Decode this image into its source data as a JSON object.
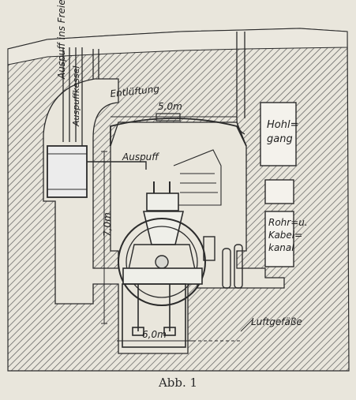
{
  "figure": {
    "labels": {
      "auspuff_ins_freie": "Auspuff ins Freie",
      "auspuffkessel": "Auspuffkessel",
      "entlueftung": "Entlüftung",
      "width_top": "5,0m",
      "auspuff": "Auspuff",
      "hohlgang_1": "Hohl=",
      "hohlgang_2": "gang",
      "rohr_1": "Rohr=u.",
      "rohr_2": "Kabel=",
      "rohr_3": "kanal",
      "height": "7,0m",
      "width_bottom": "6,0m",
      "luftgefaesse": "Luftgefäße"
    },
    "caption": "Abb. 1"
  },
  "colors": {
    "paper": "#e9e6dc",
    "ink": "#2b2b2b",
    "hatch": "#6f6f6f"
  }
}
